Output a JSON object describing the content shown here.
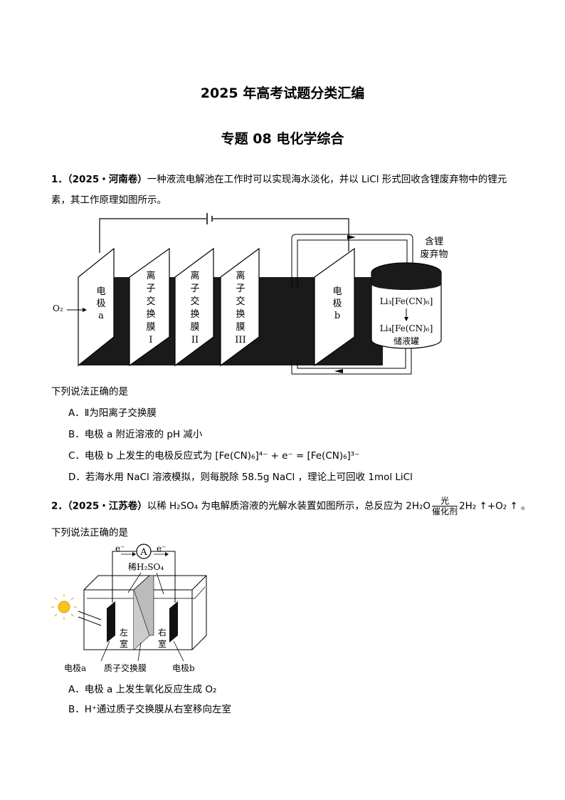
{
  "title": "2025 年高考试题分类汇编",
  "subtitle": "专题 08  电化学综合",
  "q1": {
    "number": "1．",
    "source": "（2025・河南卷）",
    "stem_line1": "一种液流电解池在工作时可以实现海水淡化，并以 LiCl 形式回收含锂废弃物中的锂元",
    "stem_line2": "素，其工作原理如图所示。",
    "figure": {
      "electrode_a": [
        "电",
        "极",
        "a"
      ],
      "membrane1": [
        "离",
        "子",
        "交",
        "换",
        "膜",
        "I"
      ],
      "membrane2": [
        "离",
        "子",
        "交",
        "换",
        "膜",
        "II"
      ],
      "membrane3": [
        "离",
        "子",
        "交",
        "换",
        "膜",
        "III"
      ],
      "electrode_b": [
        "电",
        "极",
        "b"
      ],
      "o2": "O₂",
      "waste_label": [
        "含锂",
        "废弃物"
      ],
      "tank_line1": "Li₃[Fe(CN)₆]",
      "tank_line2": "Li₄[Fe(CN)₆]",
      "tank_label": "储液罐"
    },
    "prompt": "下列说法正确的是",
    "options": [
      "A．Ⅱ为阳离子交换膜",
      "B．电极 a 附近溶液的 pH 减小",
      "C．电极 b 上发生的电极反应式为 [Fe(CN)₆]⁴⁻ + e⁻ = [Fe(CN)₆]³⁻",
      "D．若海水用 NaCl 溶液模拟，则每脱除 58.5g NaCl ，理论上可回收 1mol LiCl"
    ]
  },
  "q2": {
    "number": "2．",
    "source": "（2025・江苏卷）",
    "stem_a": "以稀 H₂SO₄ 为电解质溶液的光解水装置如图所示，总反应为 2H₂O",
    "cond_top": "光",
    "cond_bottom": "催化剂",
    "stem_b": "2H₂ ↑+O₂ ↑ 。",
    "prompt": "下列说法正确的是",
    "figure": {
      "e_left": "e⁻",
      "ammeter": "A",
      "e_right": "e⁻",
      "solution": "稀H₂SO₄",
      "left_room": [
        "左",
        "室"
      ],
      "right_room": [
        "右",
        "室"
      ],
      "electrode_a": "电极a",
      "membrane": "质子交换膜",
      "electrode_b": "电极b"
    },
    "options": [
      "A．电极 a 上发生氧化反应生成 O₂",
      "B．H⁺通过质子交换膜从右室移向左室"
    ]
  }
}
